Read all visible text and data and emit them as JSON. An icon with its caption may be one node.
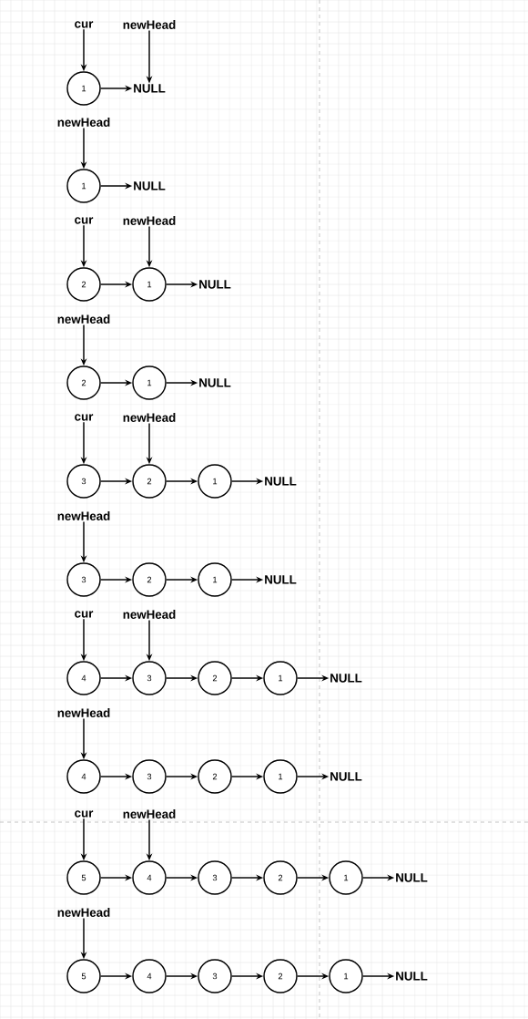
{
  "diagram": {
    "nodes": [
      {
        "text": [
          "cur"
        ]
      },
      {
        "text": [
          "newHead"
        ]
      },
      {
        "text": [
          "1"
        ]
      },
      {
        "text": [
          "NULL"
        ]
      },
      {
        "text": [
          "newHead"
        ]
      },
      {
        "text": [
          "1"
        ]
      },
      {
        "text": [
          "NULL"
        ]
      },
      {
        "text": [
          "cur"
        ]
      },
      {
        "text": [
          "newHead"
        ]
      },
      {
        "text": [
          "2"
        ]
      },
      {
        "text": [
          "1"
        ]
      },
      {
        "text": [
          "NULL"
        ]
      },
      {
        "text": [
          "newHead"
        ]
      },
      {
        "text": [
          "2"
        ]
      },
      {
        "text": [
          "1"
        ]
      },
      {
        "text": [
          "NULL"
        ]
      },
      {
        "text": [
          "cur"
        ]
      },
      {
        "text": [
          "newHead"
        ]
      },
      {
        "text": [
          "3"
        ]
      },
      {
        "text": [
          "2"
        ]
      },
      {
        "text": [
          "1"
        ]
      },
      {
        "text": [
          "NULL"
        ]
      },
      {
        "text": [
          "newHead"
        ]
      },
      {
        "text": [
          "3"
        ]
      },
      {
        "text": [
          "2"
        ]
      },
      {
        "text": [
          "1"
        ]
      },
      {
        "text": [
          "NULL"
        ]
      },
      {
        "text": [
          "cur"
        ]
      },
      {
        "text": [
          "newHead"
        ]
      },
      {
        "text": [
          "4"
        ]
      },
      {
        "text": [
          "3"
        ]
      },
      {
        "text": [
          "2"
        ]
      },
      {
        "text": [
          "1"
        ]
      },
      {
        "text": [
          "NULL"
        ]
      },
      {
        "text": [
          "newHead"
        ]
      },
      {
        "text": [
          "4"
        ]
      },
      {
        "text": [
          "3"
        ]
      },
      {
        "text": [
          "2"
        ]
      },
      {
        "text": [
          "1"
        ]
      },
      {
        "text": [
          "NULL"
        ]
      },
      {
        "text": [
          "cur"
        ]
      },
      {
        "text": [
          "newHead"
        ]
      },
      {
        "text": [
          "5"
        ]
      },
      {
        "text": [
          "4"
        ]
      },
      {
        "text": [
          "3"
        ]
      },
      {
        "text": [
          "2"
        ]
      },
      {
        "text": [
          "1"
        ]
      },
      {
        "text": [
          "NULL"
        ]
      },
      {
        "text": [
          "newHead"
        ]
      },
      {
        "text": [
          "5"
        ]
      },
      {
        "text": [
          "4"
        ]
      },
      {
        "text": [
          "3"
        ]
      },
      {
        "text": [
          "2"
        ]
      },
      {
        "text": [
          "1"
        ]
      },
      {
        "text": [
          "NULL"
        ]
      }
    ],
    "edges": [
      {
        "from": 0,
        "to": 2,
        "arrow": "to"
      },
      {
        "from": 1,
        "to": 3,
        "arrow": "to"
      },
      {
        "from": 2,
        "to": 3,
        "arrow": "to"
      },
      {
        "from": 4,
        "to": 5,
        "arrow": "to"
      },
      {
        "from": 5,
        "to": 6,
        "arrow": "to"
      },
      {
        "from": 7,
        "to": 9,
        "arrow": "to"
      },
      {
        "from": 8,
        "to": 10,
        "arrow": "to"
      },
      {
        "from": 9,
        "to": 10,
        "arrow": "to"
      },
      {
        "from": 10,
        "to": 11,
        "arrow": "to"
      },
      {
        "from": 12,
        "to": 13,
        "arrow": "to"
      },
      {
        "from": 13,
        "to": 14,
        "arrow": "to"
      },
      {
        "from": 14,
        "to": 15,
        "arrow": "to"
      },
      {
        "from": 16,
        "to": 18,
        "arrow": "to"
      },
      {
        "from": 17,
        "to": 19,
        "arrow": "to"
      },
      {
        "from": 18,
        "to": 19,
        "arrow": "to"
      },
      {
        "from": 19,
        "to": 20,
        "arrow": "to"
      },
      {
        "from": 20,
        "to": 21,
        "arrow": "to"
      },
      {
        "from": 22,
        "to": 23,
        "arrow": "to"
      },
      {
        "from": 23,
        "to": 24,
        "arrow": "to"
      },
      {
        "from": 24,
        "to": 25,
        "arrow": "to"
      },
      {
        "from": 25,
        "to": 26,
        "arrow": "to"
      },
      {
        "from": 27,
        "to": 29,
        "arrow": "to"
      },
      {
        "from": 28,
        "to": 30,
        "arrow": "to"
      },
      {
        "from": 29,
        "to": 30,
        "arrow": "to"
      },
      {
        "from": 30,
        "to": 31,
        "arrow": "to"
      },
      {
        "from": 31,
        "to": 32,
        "arrow": "to"
      },
      {
        "from": 32,
        "to": 33,
        "arrow": "to"
      },
      {
        "from": 34,
        "to": 35,
        "arrow": "to"
      },
      {
        "from": 35,
        "to": 36,
        "arrow": "to"
      },
      {
        "from": 36,
        "to": 37,
        "arrow": "to"
      },
      {
        "from": 37,
        "to": 38,
        "arrow": "to"
      },
      {
        "from": 38,
        "to": 39,
        "arrow": "to"
      },
      {
        "from": 40,
        "to": 42,
        "arrow": "to"
      },
      {
        "from": 41,
        "to": 43,
        "arrow": "to"
      },
      {
        "from": 42,
        "to": 43,
        "arrow": "to"
      },
      {
        "from": 43,
        "to": 44,
        "arrow": "to"
      },
      {
        "from": 44,
        "to": 45,
        "arrow": "to"
      },
      {
        "from": 45,
        "to": 46,
        "arrow": "to"
      },
      {
        "from": 46,
        "to": 47,
        "arrow": "to"
      },
      {
        "from": 48,
        "to": 49,
        "arrow": "to"
      },
      {
        "from": 49,
        "to": 50,
        "arrow": "to"
      },
      {
        "from": 50,
        "to": 51,
        "arrow": "to"
      },
      {
        "from": 51,
        "to": 52,
        "arrow": "to"
      },
      {
        "from": 52,
        "to": 53,
        "arrow": "to"
      },
      {
        "from": 53,
        "to": 54,
        "arrow": "to"
      }
    ]
  }
}
